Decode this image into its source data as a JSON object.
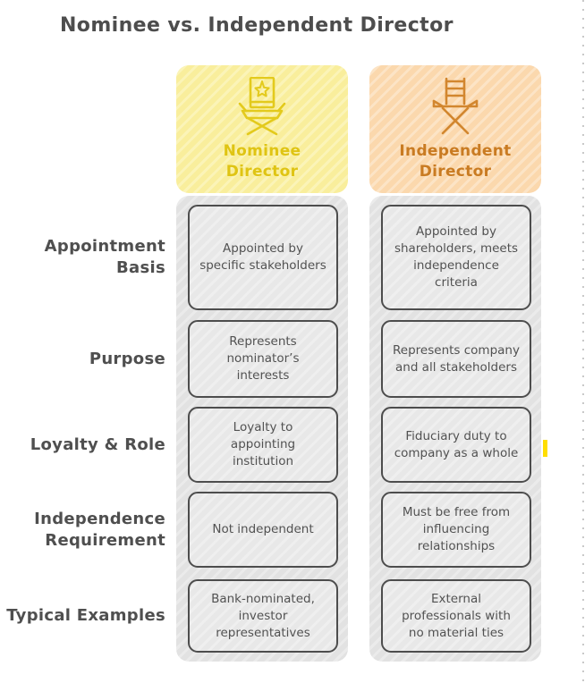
{
  "title": "Nominee vs. Independent Director",
  "columns": [
    {
      "id": "nominee",
      "label": "Nominee\nDirector",
      "icon": "director-chair-star-icon",
      "background_color": "#FAF1A8",
      "accent_color": "#DFC413"
    },
    {
      "id": "independent",
      "label": "Independent\nDirector",
      "icon": "director-chair-icon",
      "background_color": "#FBDDB6",
      "accent_color": "#C97B22"
    }
  ],
  "rows": [
    {
      "label": "Appointment Basis",
      "cells": [
        "Appointed by specific stakeholders",
        "Appointed by shareholders, meets independence criteria"
      ]
    },
    {
      "label": "Purpose",
      "cells": [
        "Represents nominator’s interests",
        "Represents company and all stakeholders"
      ]
    },
    {
      "label": "Loyalty & Role",
      "cells": [
        "Loyalty to appointing institution",
        "Fiduciary duty to company as a whole"
      ]
    },
    {
      "label": "Independence Requirement",
      "cells": [
        "Not independent",
        "Must be free from influencing relationships"
      ]
    },
    {
      "label": "Typical Examples",
      "cells": [
        "Bank-nominated, investor representatives",
        "External professionals with no material ties"
      ]
    }
  ],
  "decorations": {
    "highlight_cursor_color": "#FFDE00",
    "body_column_color": "#E4E4E4",
    "box_border_color": "#4D4D4D",
    "title_color": "#4D4D4D"
  }
}
